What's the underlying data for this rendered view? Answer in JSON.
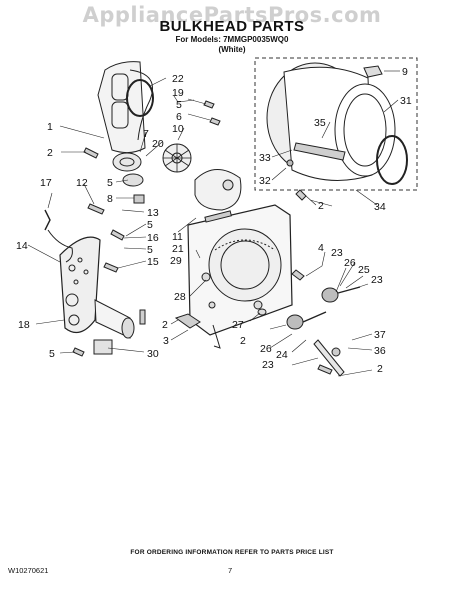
{
  "watermark": "AppliancePartsPros.com",
  "header": {
    "title": "BULKHEAD PARTS",
    "models": "For Models: 7MMGP0035WQ0",
    "variant": "(White)"
  },
  "callouts": {
    "c1": "1",
    "c2": "2",
    "c3": "3",
    "c4": "4",
    "c5": "5",
    "c6": "6",
    "c7": "7",
    "c8": "8",
    "c9": "9",
    "c10": "10",
    "c11": "11",
    "c12": "12",
    "c13": "13",
    "c14": "14",
    "c15": "15",
    "c16": "16",
    "c17": "17",
    "c18": "18",
    "c19": "19",
    "c20": "20",
    "c21": "21",
    "c22": "22",
    "c23": "23",
    "c24": "24",
    "c25": "25",
    "c26": "26",
    "c27": "27",
    "c28": "28",
    "c29": "29",
    "c30": "30",
    "c31": "31",
    "c32": "32",
    "c33": "33",
    "c34": "34",
    "c35": "35",
    "c36": "36",
    "c37": "37"
  },
  "footer": {
    "note": "FOR ORDERING INFORMATION REFER TO PARTS PRICE LIST",
    "doc_id": "W10270621",
    "page": "7"
  }
}
